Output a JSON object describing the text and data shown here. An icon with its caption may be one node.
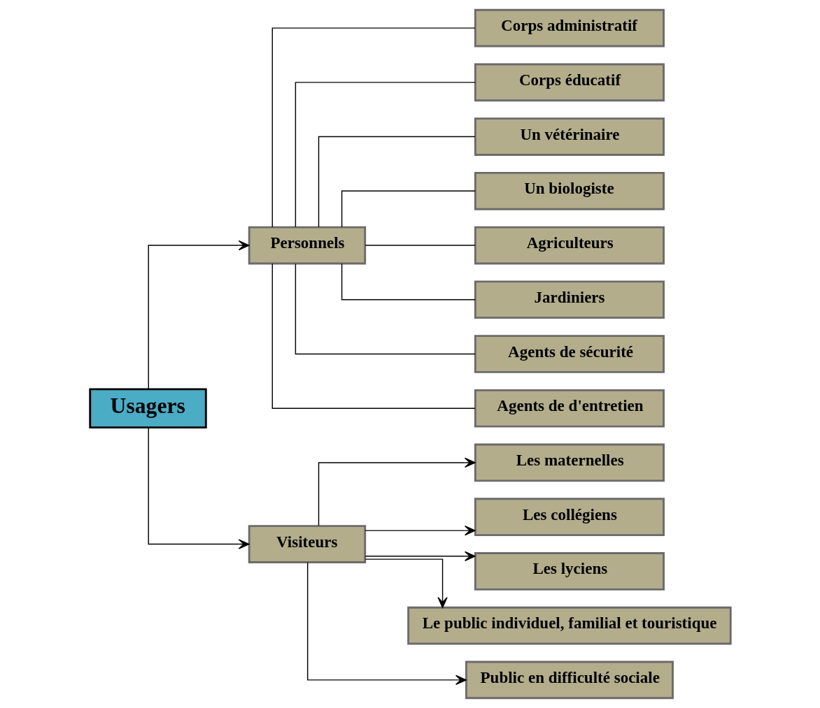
{
  "diagram": {
    "nodes": [
      {
        "text": [
          "Usagers"
        ]
      },
      {
        "text": [
          "Personnels"
        ]
      },
      {
        "text": [
          "Visiteurs"
        ]
      },
      {
        "text": [
          "Corps administratif"
        ]
      },
      {
        "text": [
          "Corps éducatif"
        ]
      },
      {
        "text": [
          "Un vétérinaire"
        ]
      },
      {
        "text": [
          "Un biologiste"
        ]
      },
      {
        "text": [
          "Agriculteurs"
        ]
      },
      {
        "text": [
          "Jardiniers"
        ]
      },
      {
        "text": [
          "Agents de sécurité"
        ]
      },
      {
        "text": [
          "Agents de d'entretien"
        ]
      },
      {
        "text": [
          "Les maternelles"
        ]
      },
      {
        "text": [
          "Les collégiens"
        ]
      },
      {
        "text": [
          "Les lyciens"
        ]
      },
      {
        "text": [
          "Le public individuel, familial et touristique"
        ]
      },
      {
        "text": [
          "Public en difficulté sociale"
        ]
      }
    ],
    "edges": [
      {
        "from": 0,
        "to": 1,
        "arrow": "to"
      },
      {
        "from": 0,
        "to": 2,
        "arrow": "to"
      },
      {
        "from": 1,
        "to": 3,
        "arrow": "none"
      },
      {
        "from": 1,
        "to": 4,
        "arrow": "none"
      },
      {
        "from": 1,
        "to": 5,
        "arrow": "none"
      },
      {
        "from": 1,
        "to": 6,
        "arrow": "none"
      },
      {
        "from": 1,
        "to": 7,
        "arrow": "none"
      },
      {
        "from": 1,
        "to": 8,
        "arrow": "none"
      },
      {
        "from": 1,
        "to": 9,
        "arrow": "none"
      },
      {
        "from": 1,
        "to": 10,
        "arrow": "none"
      },
      {
        "from": 2,
        "to": 11,
        "arrow": "to"
      },
      {
        "from": 2,
        "to": 12,
        "arrow": "to"
      },
      {
        "from": 2,
        "to": 13,
        "arrow": "to"
      },
      {
        "from": 2,
        "to": 14,
        "arrow": "to"
      },
      {
        "from": 2,
        "to": 15,
        "arrow": "to"
      }
    ]
  }
}
